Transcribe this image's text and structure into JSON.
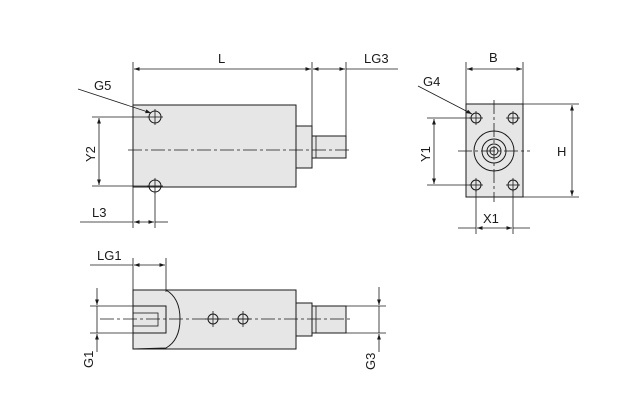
{
  "labels": {
    "L": "L",
    "LG3": "LG3",
    "B": "B",
    "G5": "G5",
    "G4": "G4",
    "Y2": "Y2",
    "Y1": "Y1",
    "H": "H",
    "L3": "L3",
    "X1": "X1",
    "LG1": "LG1",
    "G1": "G1",
    "G3": "G3"
  },
  "colors": {
    "body_fill": "#e6e6e6",
    "line": "#1a1a1a",
    "background": "#ffffff"
  }
}
